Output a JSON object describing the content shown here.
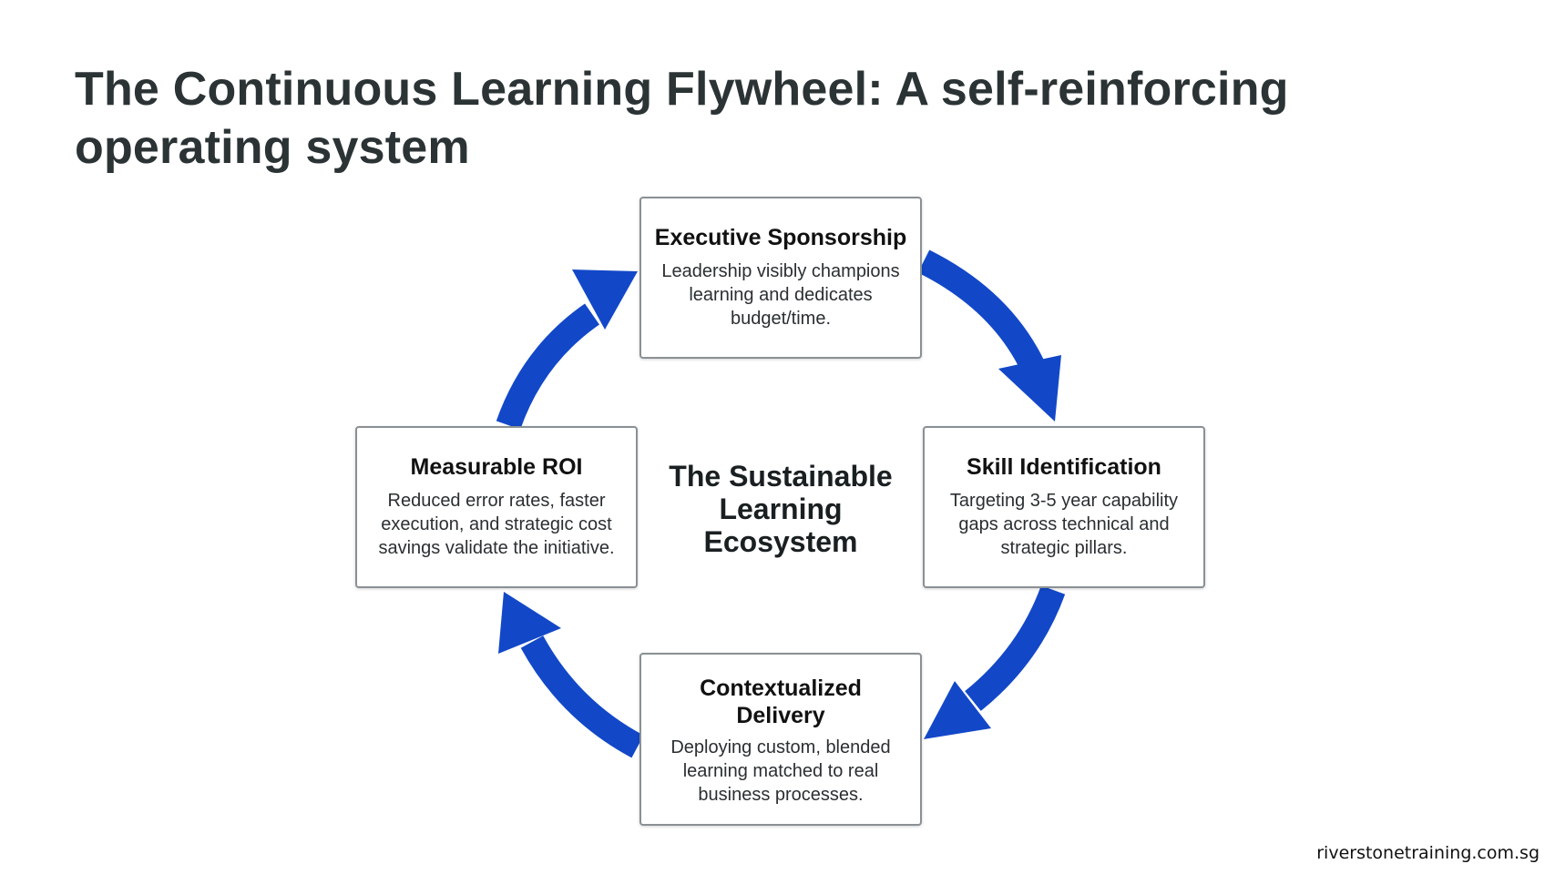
{
  "slide": {
    "title": "The Continuous Learning Flywheel: A self-reinforcing operating system",
    "center_label": "The Sustainable Learning Ecosystem",
    "footer": "riverstonetraining.com.sg"
  },
  "nodes": [
    {
      "title": "Executive Sponsorship",
      "description": "Leadership visibly champions learning and dedicates budget/time."
    },
    {
      "title": "Skill Identification",
      "description": "Targeting 3-5 year capability gaps across technical and strategic pillars."
    },
    {
      "title": "Contextualized Delivery",
      "description": "Deploying custom, blended learning matched to real business processes."
    },
    {
      "title": "Measurable ROI",
      "description": "Reduced error rates, faster execution, and strategic cost savings validate the initiative."
    }
  ],
  "colors": {
    "arrow": "#1248c8",
    "card_border": "#8a9094",
    "title_text": "#2b3335"
  },
  "flow": {
    "direction": "clockwise",
    "cycle": [
      "Executive Sponsorship",
      "Skill Identification",
      "Contextualized Delivery",
      "Measurable ROI"
    ]
  }
}
